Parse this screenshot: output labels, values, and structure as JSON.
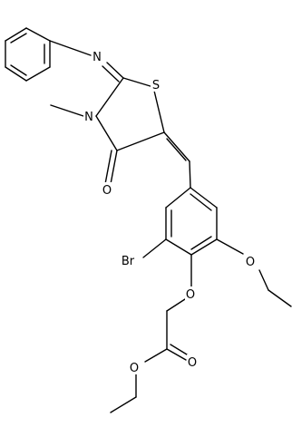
{
  "atoms": {
    "n_imine": "N",
    "sulfur": "S",
    "n_ring": "N",
    "o_ketone": "O",
    "bromine": "Br",
    "o_ethoxy": "O",
    "o_ether": "O",
    "o_carbonyl": "O",
    "o_ester": "O"
  },
  "colors": {
    "bond": "#000000",
    "background": "#ffffff"
  }
}
